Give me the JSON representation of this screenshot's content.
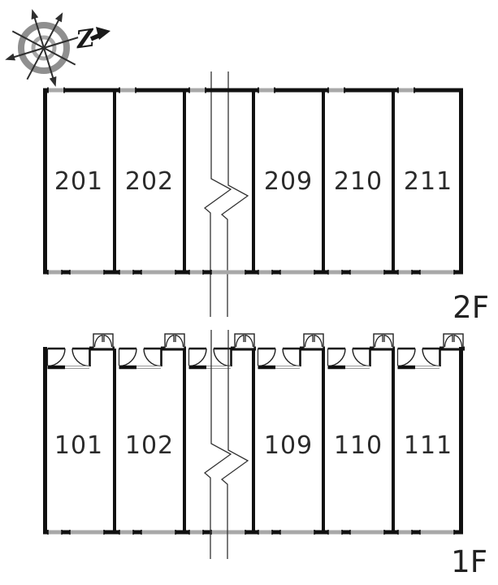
{
  "compass": {
    "north_label": "Z"
  },
  "floors": [
    {
      "label": "2F",
      "units": [
        "201",
        "202",
        "209",
        "210",
        "211"
      ]
    },
    {
      "label": "1F",
      "units": [
        "101",
        "102",
        "109",
        "110",
        "111"
      ]
    }
  ],
  "colors": {
    "wall": "#111111",
    "unit_text": "#2b2b2b",
    "window_gray": "#a8a8a8",
    "compass_outer_ring": "#8f8f8f",
    "compass_inner_ring": "#a8a8a8",
    "needle": "#2e2e2e"
  }
}
